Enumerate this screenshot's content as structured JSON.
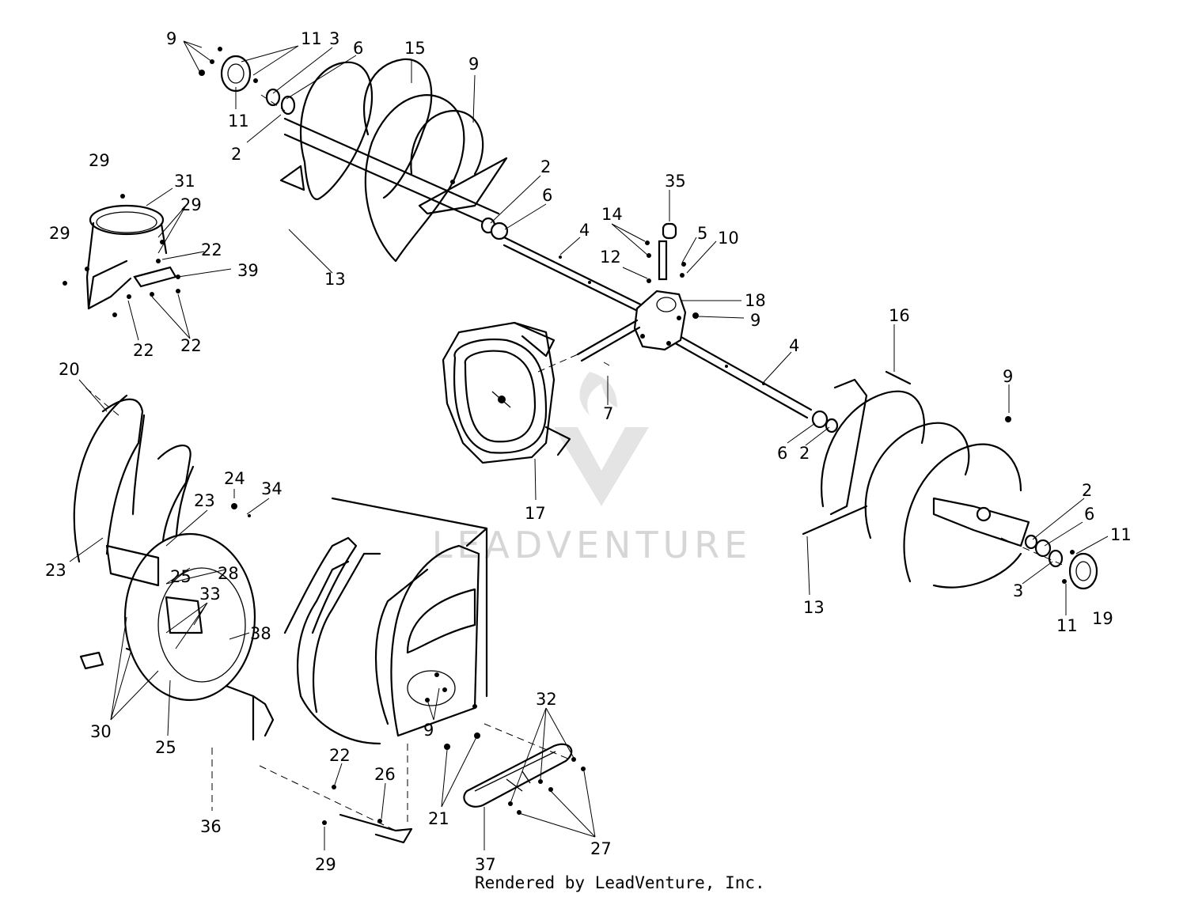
{
  "watermark": "LEADVENTURE",
  "footer": "Rendered by LeadVenture, Inc.",
  "callouts": [
    "9",
    "11",
    "3",
    "6",
    "15",
    "9",
    "11",
    "2",
    "29",
    "31",
    "29",
    "29",
    "22",
    "39",
    "22",
    "22",
    "13",
    "2",
    "6",
    "35",
    "14",
    "5",
    "10",
    "12",
    "4",
    "18",
    "9",
    "16",
    "4",
    "7",
    "9",
    "6",
    "2",
    "17",
    "20",
    "24",
    "34",
    "23",
    "23",
    "25",
    "28",
    "33",
    "38",
    "30",
    "25",
    "36",
    "9",
    "22",
    "26",
    "29",
    "32",
    "21",
    "27",
    "37",
    "13",
    "2",
    "6",
    "11",
    "3",
    "11",
    "19"
  ]
}
